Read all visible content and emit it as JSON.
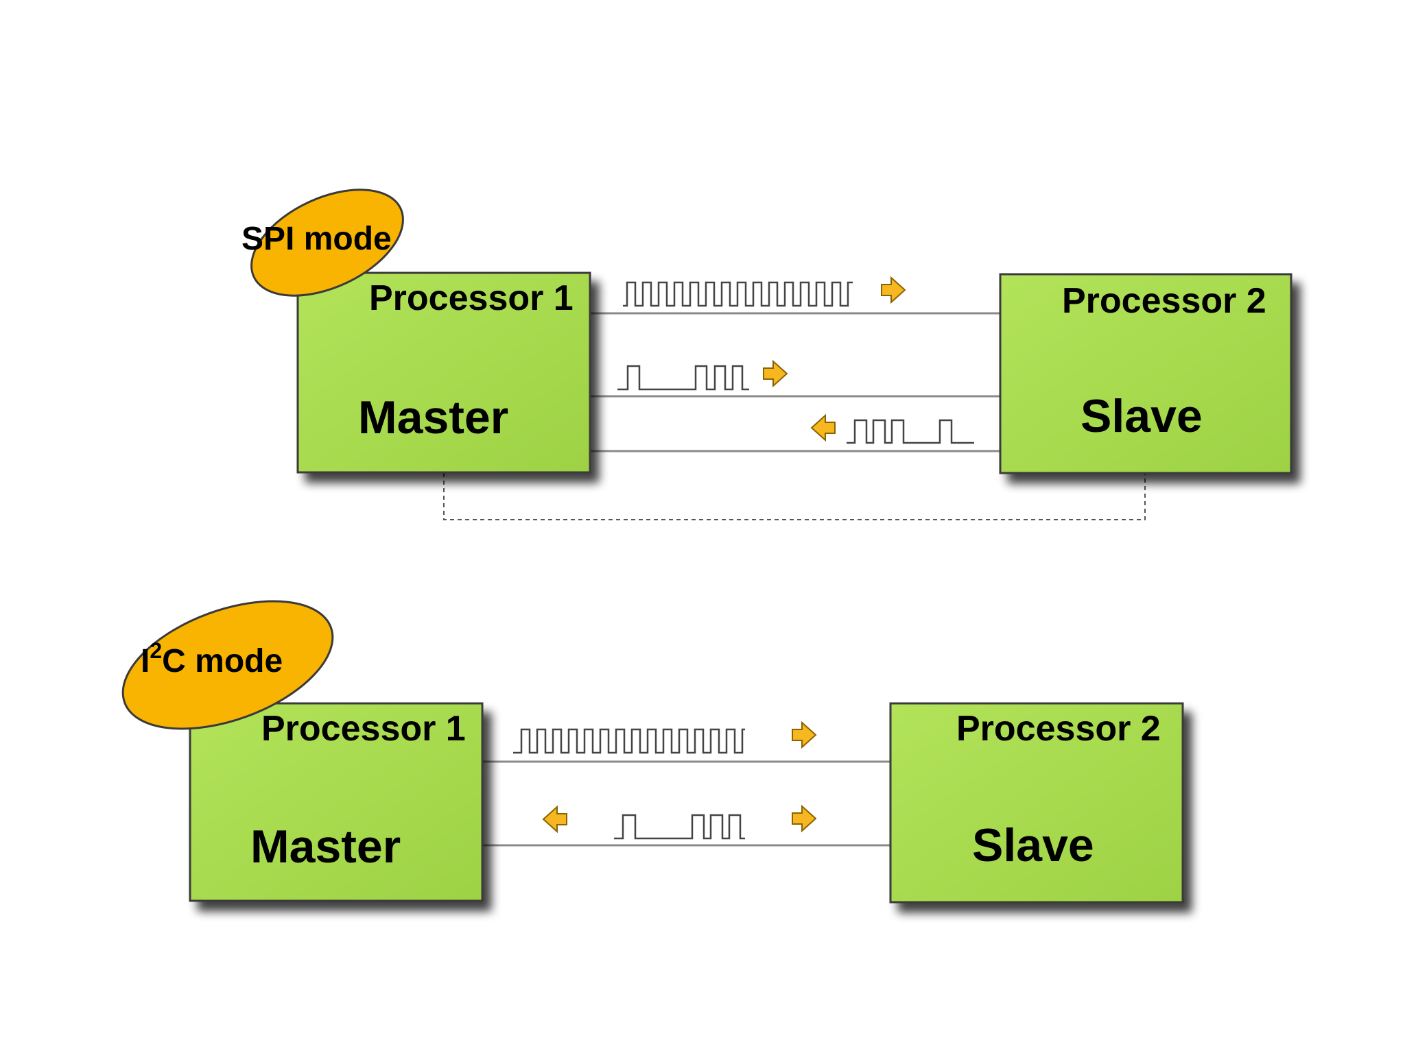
{
  "spi": {
    "mode_label": "SPI mode",
    "master_title": "Processor 1",
    "master_role": "Master",
    "slave_title": "Processor 2",
    "slave_role": "Slave"
  },
  "i2c": {
    "mode_label_base": "I",
    "mode_label_superscript": "2",
    "mode_label_rest": "C mode",
    "master_title": "Processor 1",
    "master_role": "Master",
    "slave_title": "Processor 2",
    "slave_role": "Slave"
  },
  "colors": {
    "box_fill": "#a6dc4c",
    "box_stroke": "#3a3a3a",
    "bubble_fill": "#f8b400",
    "arrow_fill": "#f6b720",
    "line": "#7a7a7a"
  }
}
